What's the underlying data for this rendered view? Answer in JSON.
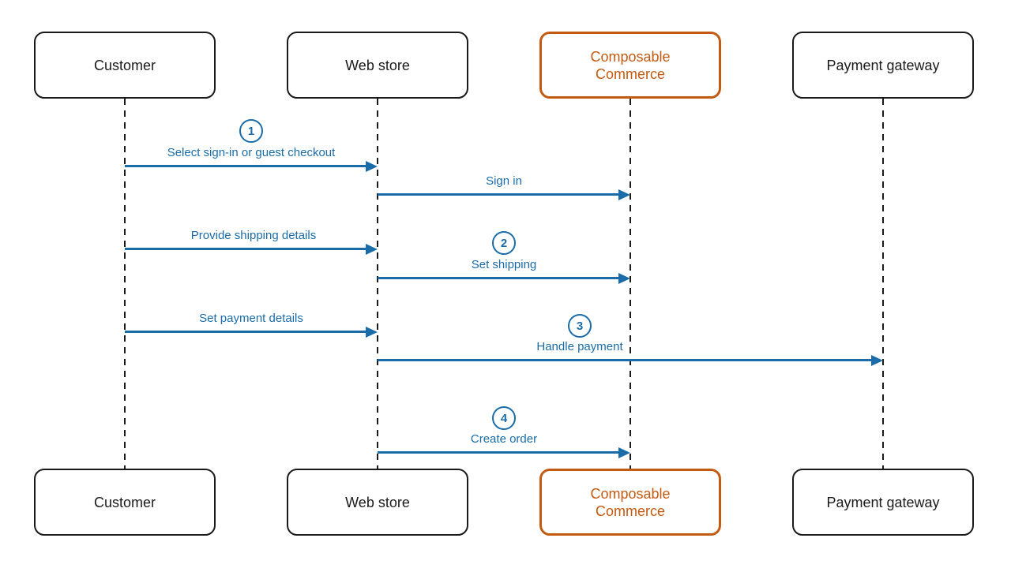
{
  "diagram": {
    "type": "sequence",
    "colors": {
      "message_blue": "#1A6CA8",
      "highlight_orange": "#C25A11",
      "line_dark": "#1A1A1A",
      "background": "#FFFFFF"
    },
    "actors": [
      {
        "id": "customer",
        "label": "Customer",
        "highlight": false
      },
      {
        "id": "web-store",
        "label": "Web store",
        "highlight": false
      },
      {
        "id": "composable-commerce",
        "label": "Composable Commerce",
        "highlight": true
      },
      {
        "id": "payment-gateway",
        "label": "Payment gateway",
        "highlight": false
      }
    ],
    "messages": [
      {
        "step": "1",
        "label": "Select sign-in or guest checkout",
        "from": "customer",
        "to": "web-store"
      },
      {
        "step": null,
        "label": "Sign in",
        "from": "web-store",
        "to": "composable-commerce"
      },
      {
        "step": null,
        "label": "Provide shipping details",
        "from": "customer",
        "to": "web-store"
      },
      {
        "step": "2",
        "label": "Set shipping",
        "from": "web-store",
        "to": "composable-commerce"
      },
      {
        "step": null,
        "label": "Set payment details",
        "from": "customer",
        "to": "web-store"
      },
      {
        "step": "3",
        "label": "Handle payment",
        "from": "web-store",
        "to": "payment-gateway"
      },
      {
        "step": "4",
        "label": "Create order",
        "from": "web-store",
        "to": "composable-commerce"
      }
    ]
  }
}
